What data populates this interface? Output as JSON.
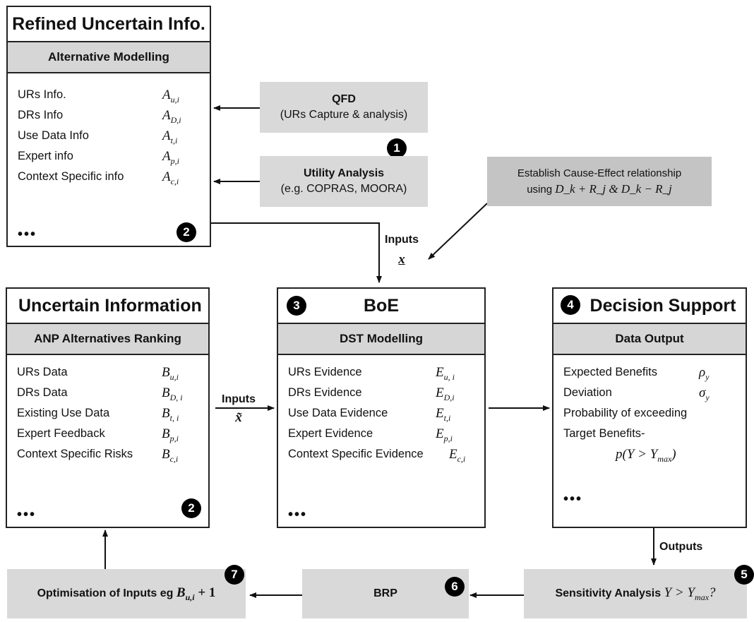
{
  "box_refined": {
    "title": "Refined Uncertain Info.",
    "subtitle": "Alternative Modelling",
    "rows": [
      {
        "label": "URs Info.",
        "sym": "A",
        "sub": "u,i"
      },
      {
        "label": "DRs Info",
        "sym": "A",
        "sub": "D,i"
      },
      {
        "label": "Use Data Info",
        "sym": "A",
        "sub": "t,i"
      },
      {
        "label": "Expert info",
        "sym": "A",
        "sub": "p,i"
      },
      {
        "label": "Context Specific info",
        "sym": "A",
        "sub": "c,i"
      }
    ],
    "dots": "•••",
    "badge": "2"
  },
  "qfd": {
    "title": "QFD",
    "subtitle": "(URs Capture & analysis)",
    "badge": "1"
  },
  "utility": {
    "title": "Utility Analysis",
    "subtitle": "(e.g. COPRAS, MOORA)"
  },
  "cause_effect": {
    "line1": "Establish Cause-Effect relationship",
    "line2_prefix": "using ",
    "formula": "D_k + R_j & D_k − R_j"
  },
  "inputs_top": {
    "label": "Inputs",
    "var": "x"
  },
  "box_uncertain": {
    "title": "Uncertain Information",
    "subtitle": "ANP Alternatives Ranking",
    "rows": [
      {
        "label": "URs Data",
        "sym": "B",
        "sub": "u,i"
      },
      {
        "label": "DRs Data",
        "sym": "B",
        "sub": "D, i"
      },
      {
        "label": "Existing Use Data",
        "sym": "B",
        "sub": "t, i"
      },
      {
        "label": "Expert Feedback",
        "sym": "B",
        "sub": "p,i"
      },
      {
        "label": "Context Specific Risks",
        "sym": "B",
        "sub": "c,i"
      }
    ],
    "dots": "•••",
    "badge": "2"
  },
  "inputs_mid": {
    "label": "Inputs",
    "var": "x̃"
  },
  "box_boe": {
    "title": "BoE",
    "subtitle": "DST Modelling",
    "rows": [
      {
        "label": "URs Evidence",
        "sym": "E",
        "sub": "u, i"
      },
      {
        "label": "DRs Evidence",
        "sym": "E",
        "sub": "D,i"
      },
      {
        "label": "Use Data Evidence",
        "sym": "E",
        "sub": "t,i"
      },
      {
        "label": "Expert Evidence",
        "sym": "E",
        "sub": "p,i"
      },
      {
        "label": "Context Specific Evidence",
        "sym": "E",
        "sub": "c,i"
      }
    ],
    "dots": "•••",
    "badge": "3"
  },
  "box_decision": {
    "title": "Decision Support",
    "subtitle": "Data Output",
    "rows": [
      {
        "label": "Expected Benefits",
        "sym": "ρ",
        "sub": "y"
      },
      {
        "label": "Deviation",
        "sym": "σ",
        "sub": "y"
      },
      {
        "label": "Probability of exceeding",
        "sym": "",
        "sub": ""
      },
      {
        "label": "Target Benefits-",
        "sym": "",
        "sub": ""
      }
    ],
    "prob_expr": "p(Y > Y",
    "prob_sub": "max",
    "prob_close": ")",
    "dots": "•••",
    "badge": "4"
  },
  "outputs": {
    "label": "Outputs"
  },
  "sensitivity": {
    "label": "Sensitivity Analysis ",
    "expr": "Y > Y",
    "sub": "max",
    "tail": "?",
    "badge": "5"
  },
  "brp": {
    "label": "BRP",
    "badge": "6"
  },
  "optimisation": {
    "label": "Optimisation of Inputs eg ",
    "sym": "B",
    "sub": "u,i",
    "tail": " + 1",
    "badge": "7"
  }
}
